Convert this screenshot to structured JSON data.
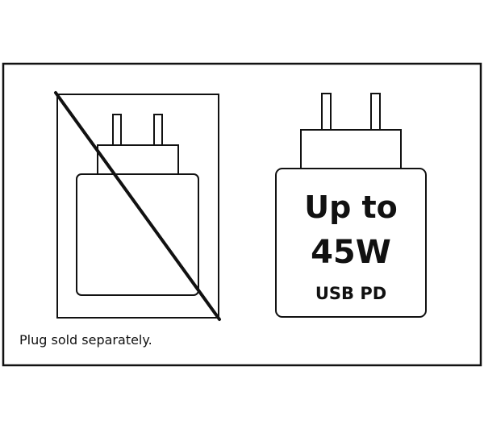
{
  "charger_label": {
    "line1": "Up to",
    "line2": "45W",
    "line3": "USB PD"
  },
  "caption": "Plug sold separately.",
  "colors": {
    "stroke": "#111111",
    "background": "#ffffff"
  },
  "icons": {
    "crossed_out_plug": "plug-crossed-out-icon",
    "charger_plug": "charger-plug-icon"
  }
}
